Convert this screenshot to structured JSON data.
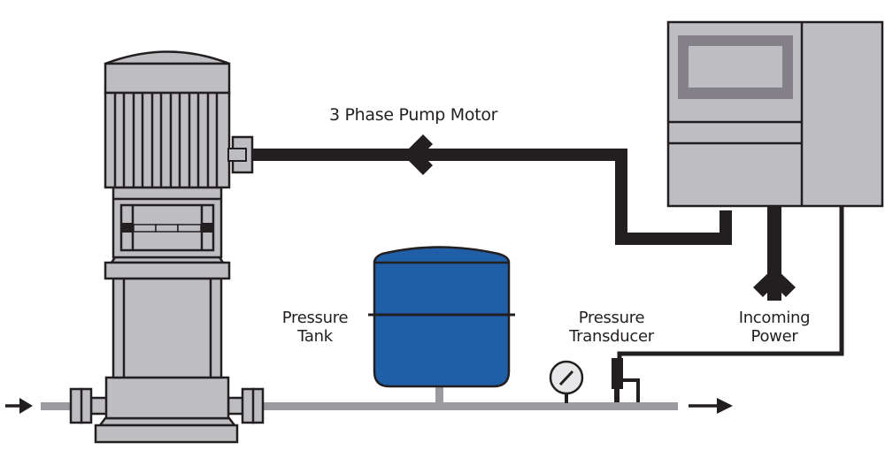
{
  "diagram": {
    "title": "Booster pump system schematic",
    "colors": {
      "outline": "#231f20",
      "metal": "#bebdc2",
      "metal_dark": "#838187",
      "pipe": "#9b9a9e",
      "tank_blue": "#1f5fa8",
      "gauge_face": "#e8e8ea",
      "background": "#ffffff"
    },
    "components": {
      "pump": {
        "name": "Vertical multistage pump",
        "icon": "pump-icon"
      },
      "motor": {
        "name": "3 Phase Pump Motor",
        "icon": "motor-icon"
      },
      "controller": {
        "name": "Variable frequency drive controller",
        "icon": "control-panel-icon"
      },
      "tank": {
        "name": "Pressure Tank",
        "icon": "pressure-tank-icon"
      },
      "gauge": {
        "name": "Pressure gauge",
        "icon": "pressure-gauge-icon"
      },
      "transducer": {
        "name": "Pressure Transducer",
        "icon": "pressure-transducer-icon"
      }
    },
    "flow": {
      "inlet_arrow": "arrow-right-icon",
      "outlet_arrow": "arrow-right-icon"
    }
  },
  "labels": {
    "motor": "3 Phase Pump Motor",
    "tank": [
      "Pressure",
      "Tank"
    ],
    "transducer": [
      "Pressure",
      "Transducer"
    ],
    "power": [
      "Incoming",
      "Power"
    ]
  }
}
